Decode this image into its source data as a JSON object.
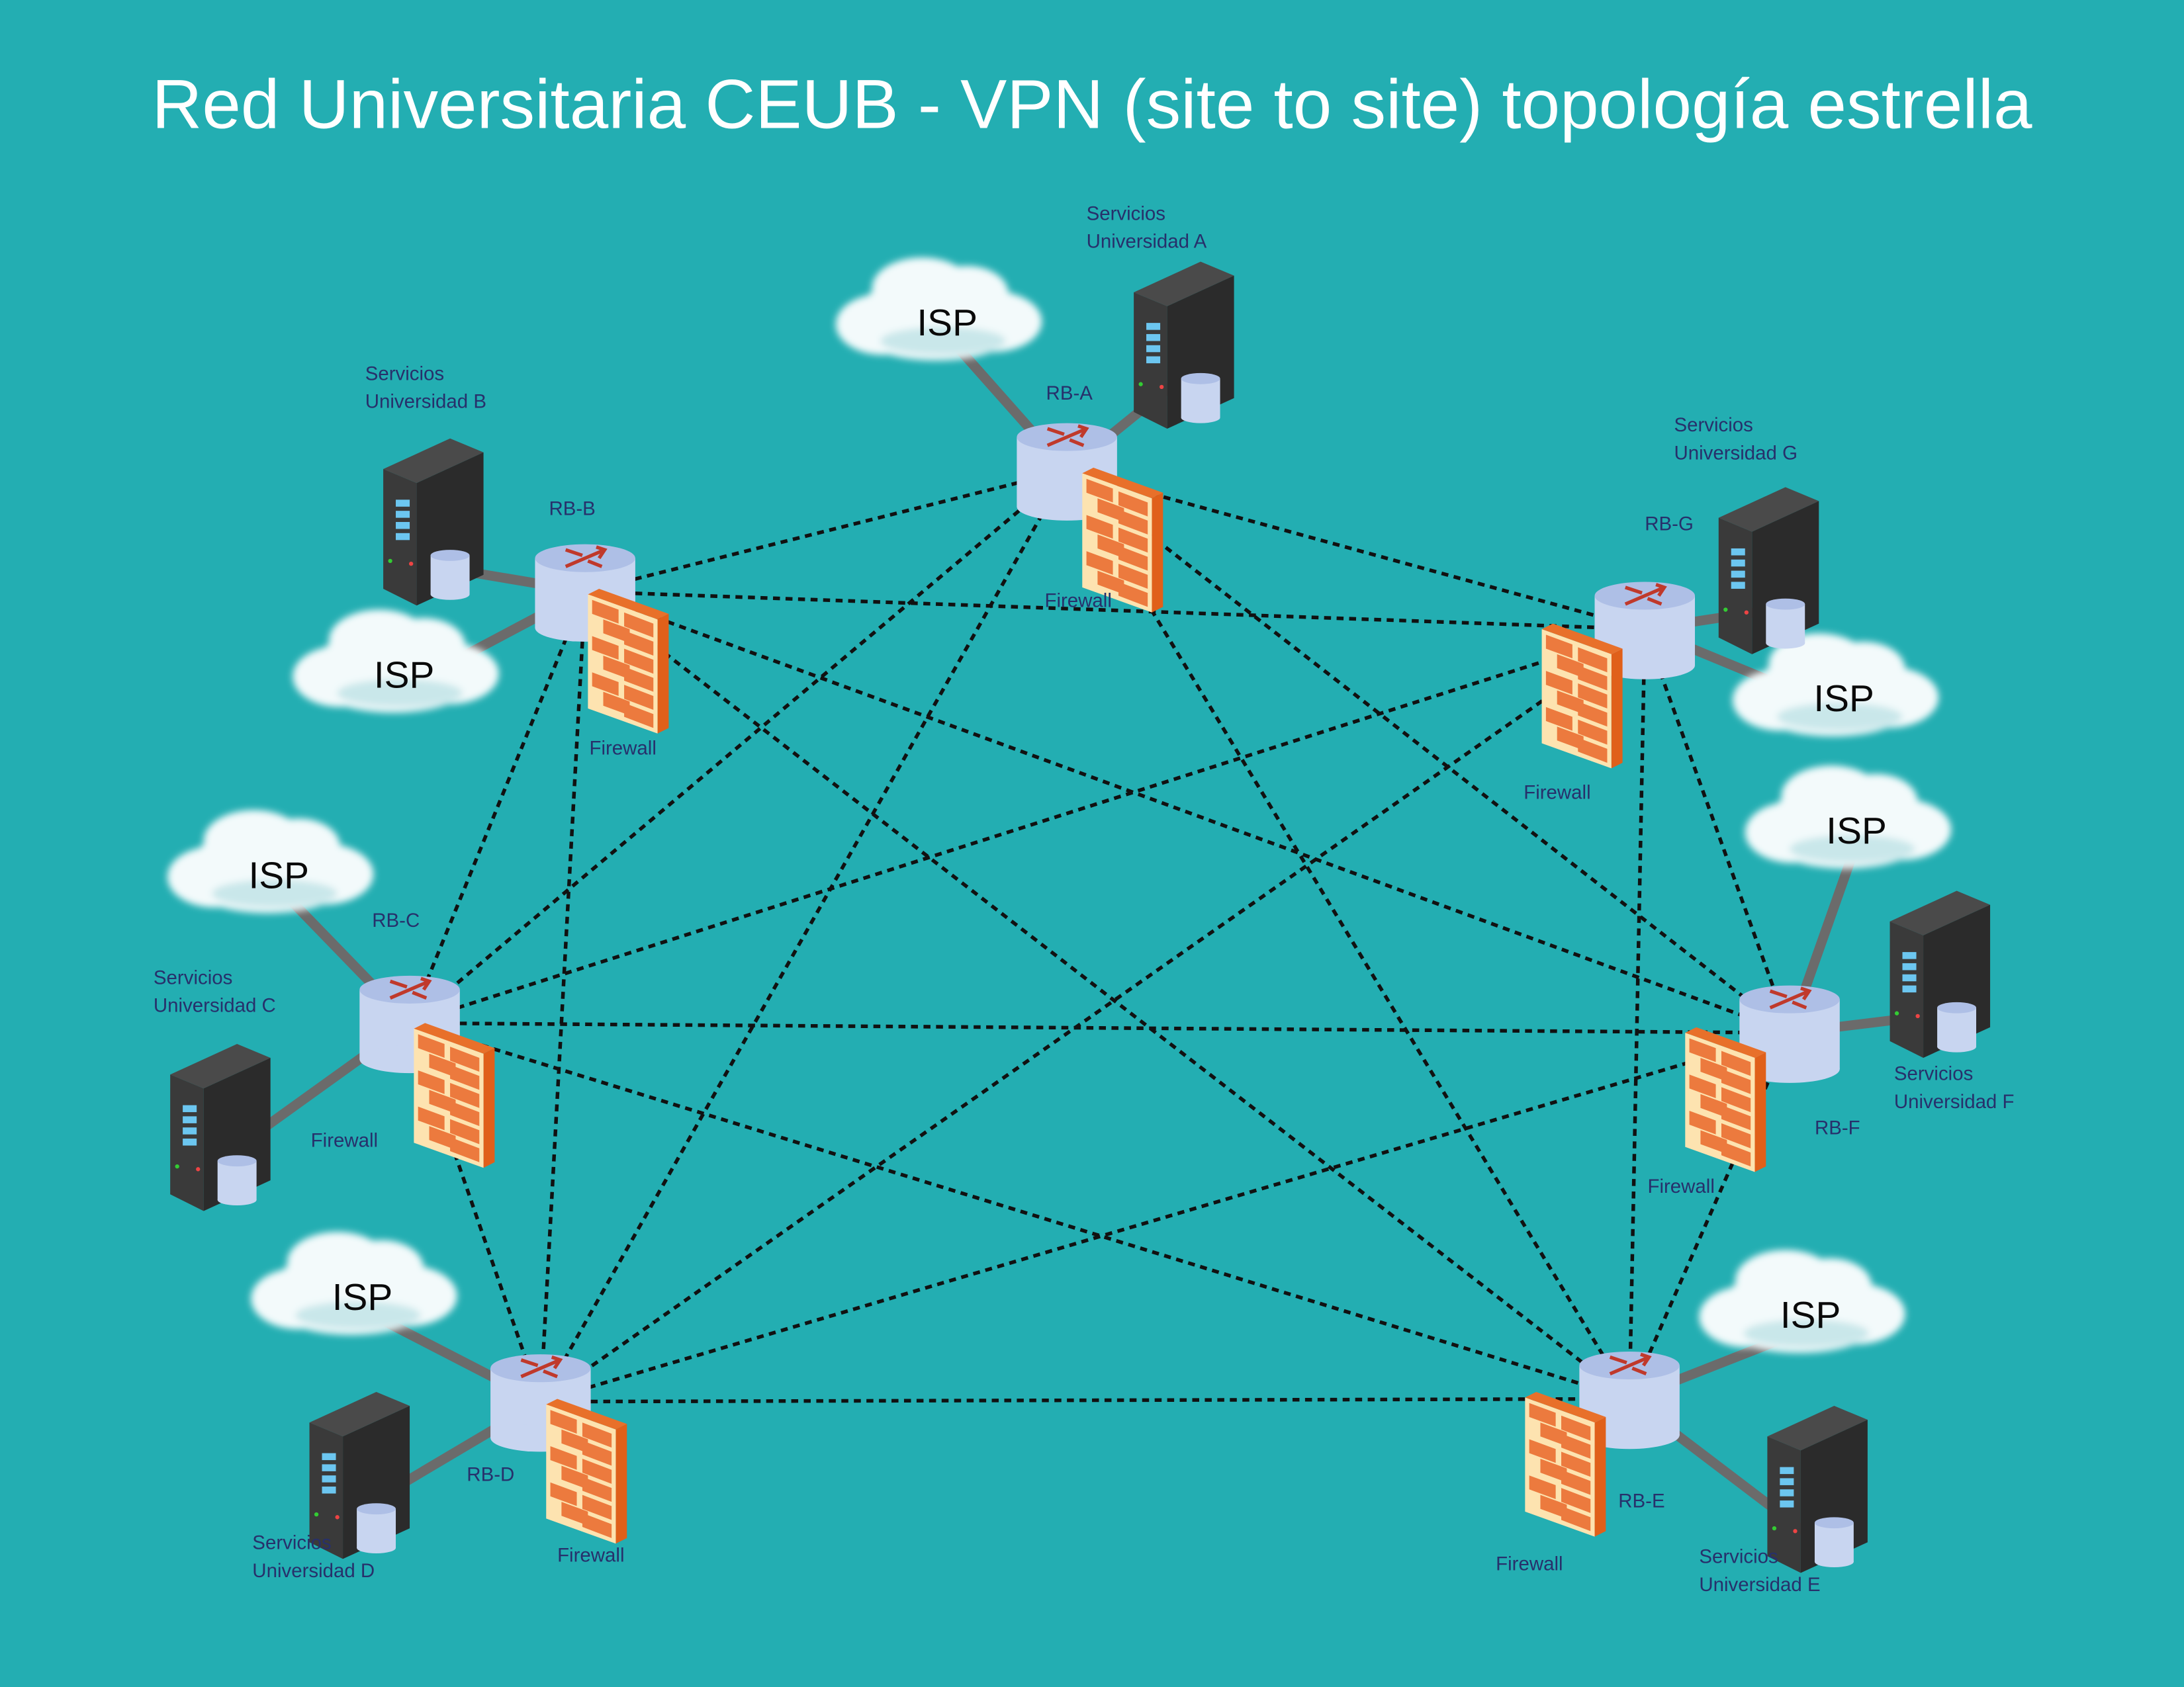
{
  "title": "Red Universitaria CEUB - VPN (site to site) topología estrella",
  "colors": {
    "background": "#23aeb2",
    "router": "#c8d5f0",
    "firewall": "#e8702a",
    "link": "#6b6b6b",
    "vpn": "#111111"
  },
  "nodes": [
    {
      "id": "A",
      "router": "RB-A",
      "firewall": "Firewall",
      "isp": "ISP",
      "services": [
        "Servicios",
        "Universidad  A"
      ]
    },
    {
      "id": "B",
      "router": "RB-B",
      "firewall": "Firewall",
      "isp": "ISP",
      "services": [
        "Servicios",
        "Universidad  B"
      ]
    },
    {
      "id": "C",
      "router": "RB-C",
      "firewall": "Firewall",
      "isp": "ISP",
      "services": [
        "Servicios",
        "Universidad  C"
      ]
    },
    {
      "id": "D",
      "router": "RB-D",
      "firewall": "Firewall",
      "isp": "ISP",
      "services": [
        "Servicios",
        "Universidad  D"
      ]
    },
    {
      "id": "E",
      "router": "RB-E",
      "firewall": "Firewall",
      "isp": "ISP",
      "services": [
        "Servicios",
        "Universidad  E"
      ]
    },
    {
      "id": "F",
      "router": "RB-F",
      "firewall": "Firewall",
      "isp": "ISP",
      "services": [
        "Servicios",
        "Universidad  F"
      ]
    },
    {
      "id": "G",
      "router": "RB-G",
      "firewall": "Firewall",
      "isp": "ISP",
      "services": [
        "Servicios",
        "Universidad  G"
      ]
    }
  ]
}
